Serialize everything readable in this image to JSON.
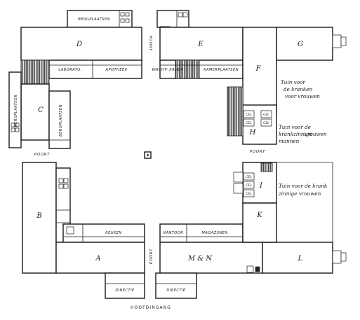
{
  "wings": {
    "A": "A",
    "B": "B",
    "C": "C",
    "D": "D",
    "E": "E",
    "F": "F",
    "G": "G",
    "H": "H",
    "I": "I",
    "K": "K",
    "L": "L",
    "MN": "M & N"
  },
  "rooms": {
    "bergplaatsen_top": "BERGPLAATSEN",
    "bergplaatsen_left": "BERGPLAATSEN",
    "bergplaatsen_c": "BERGPLAATSEN",
    "laboratorium": "LABORATO.",
    "apotheek": "APOTHEEK",
    "wachtkamer": "WACHT- KAMER",
    "kamer_right": "KAMERPLAATSEN",
    "keuken": "KEUKEN",
    "kantoor": "KANTOOR",
    "magazijnen": "MAGAZIJNEN",
    "directie_left": "DIRECTIE",
    "directie_right": "DIRECTIE"
  },
  "poorts": {
    "top": "POORT",
    "left": "POORT",
    "right": "POORT",
    "bottom": "POORT"
  },
  "cells": [
    "CEL",
    "CEL",
    "CEL",
    "CEL",
    "CEL",
    "CEL",
    "CEL"
  ],
  "gardens": {
    "g1": [
      "Tuin voor",
      "de kranken",
      "voor vrouwen"
    ],
    "g2": [
      "Tuin voor de",
      "krankzinnige",
      "mannen",
      "vrouwen"
    ],
    "g3": [
      "Tuin voor de krank",
      "zinnige vrouwen"
    ]
  },
  "entrance": "HOOFDINGANG"
}
